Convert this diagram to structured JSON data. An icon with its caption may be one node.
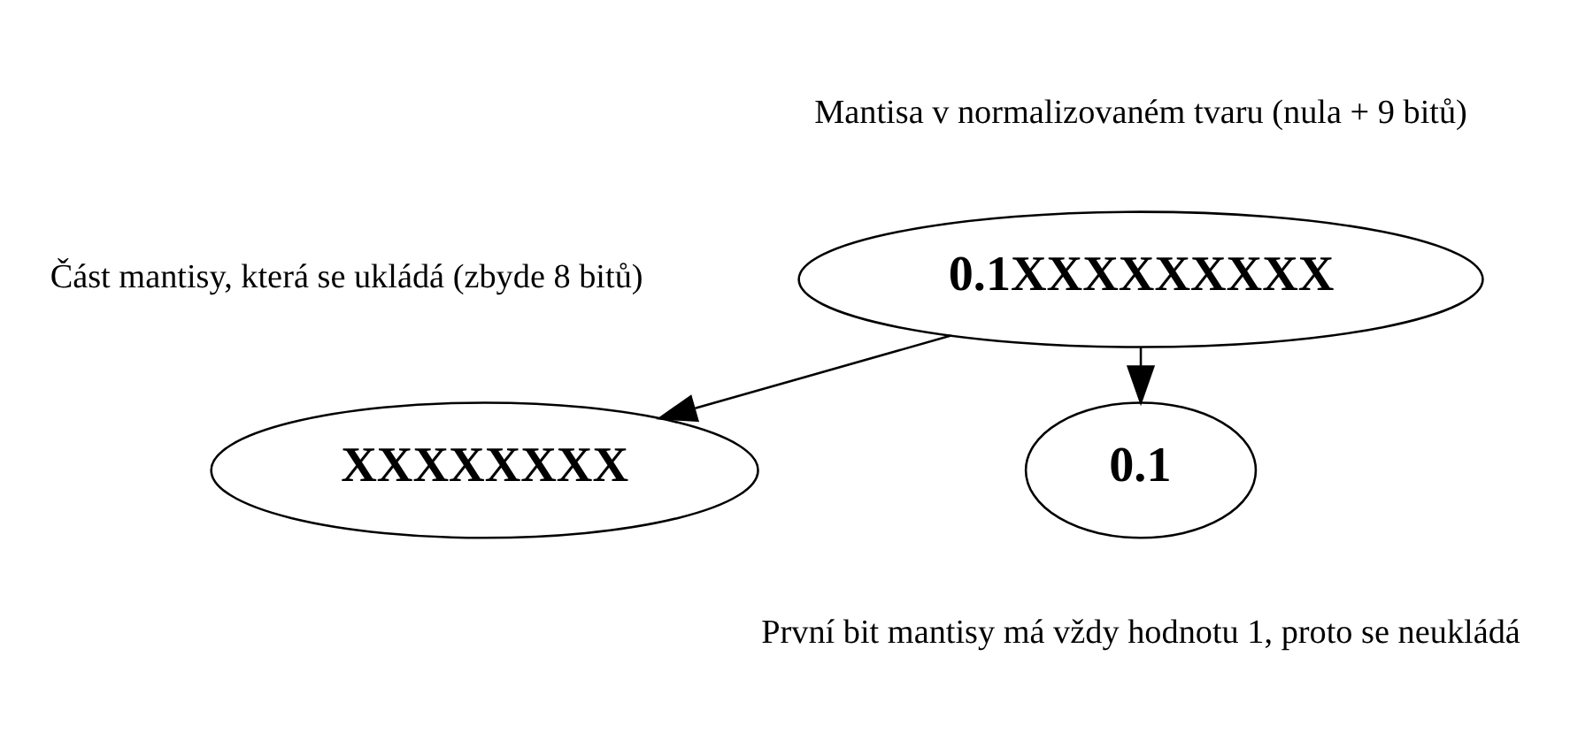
{
  "diagram": {
    "nodes": [
      {
        "text": [
          "0.1XXXXXXXXX"
        ],
        "beside": [
          "Mantisa v normalizovaném tvaru (nula + 9 bitů)"
        ]
      },
      {
        "text": [
          "0.1"
        ],
        "beside": [
          "První bit mantisy má vždy hodnotu 1, proto se neukládá"
        ]
      },
      {
        "text": [
          "XXXXXXXX"
        ],
        "beside": [
          "Část mantisy, která se ukládá (zbyde 8 bitů)"
        ]
      }
    ],
    "edges": [
      {
        "from": 0,
        "to": 1,
        "arrow": "to"
      },
      {
        "from": 0,
        "to": 2,
        "arrow": "to"
      }
    ]
  }
}
